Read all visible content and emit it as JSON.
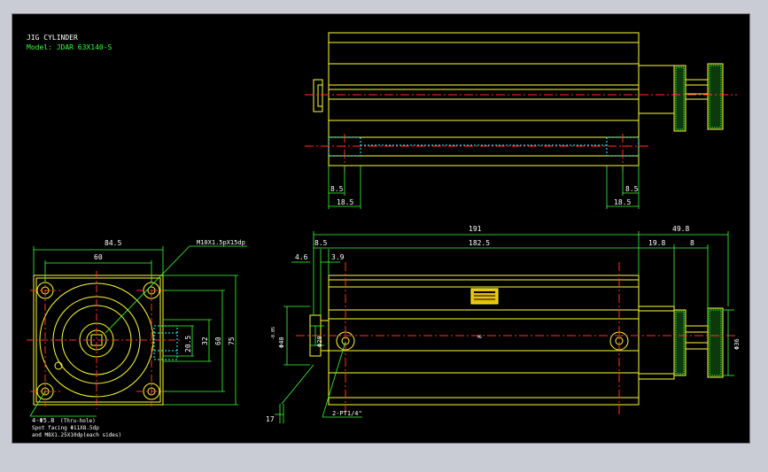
{
  "title_block": {
    "title": "JIG CYLINDER",
    "model": "Model: JDAR 63X140-S"
  },
  "top_view": {
    "dims": [
      "8.5",
      "18.5",
      "8.5",
      "18.5"
    ]
  },
  "front_view": {
    "dims": {
      "overall": "191",
      "body": "182.5",
      "extension": "49.8",
      "left_offset": "8.5",
      "d_19_8": "19.8",
      "d_8": "8",
      "d_4_6": "4.6",
      "d_3_9": "3.9",
      "d_17": "17",
      "bore_dia": "Φ20",
      "rod_dia": "Φ40",
      "tol": "-0.05",
      "knob_dia": "Φ36"
    },
    "port_note": "2-PT1/4\"",
    "center_mark": "M6"
  },
  "end_view": {
    "dims": {
      "width": "84.5",
      "pitch": "60",
      "d_20_5": "20.5",
      "d_32": "32",
      "d_60": "60",
      "d_75": "75"
    },
    "thread_note": "M10X1.5pX15dp",
    "hole_note": "4-Φ5.8",
    "hole_note2": "(Thru-hole)",
    "spot_note": "Spot facing Φ11X8.5dp",
    "spot_note2": "and M8X1.25X10dp(each sides)"
  },
  "colors": {
    "background": "#000000",
    "outline": "#ffff33",
    "dimension": "#3cff3c",
    "centerline": "#ff3030",
    "hidden": "#33ffff",
    "text": "#ffffff"
  }
}
